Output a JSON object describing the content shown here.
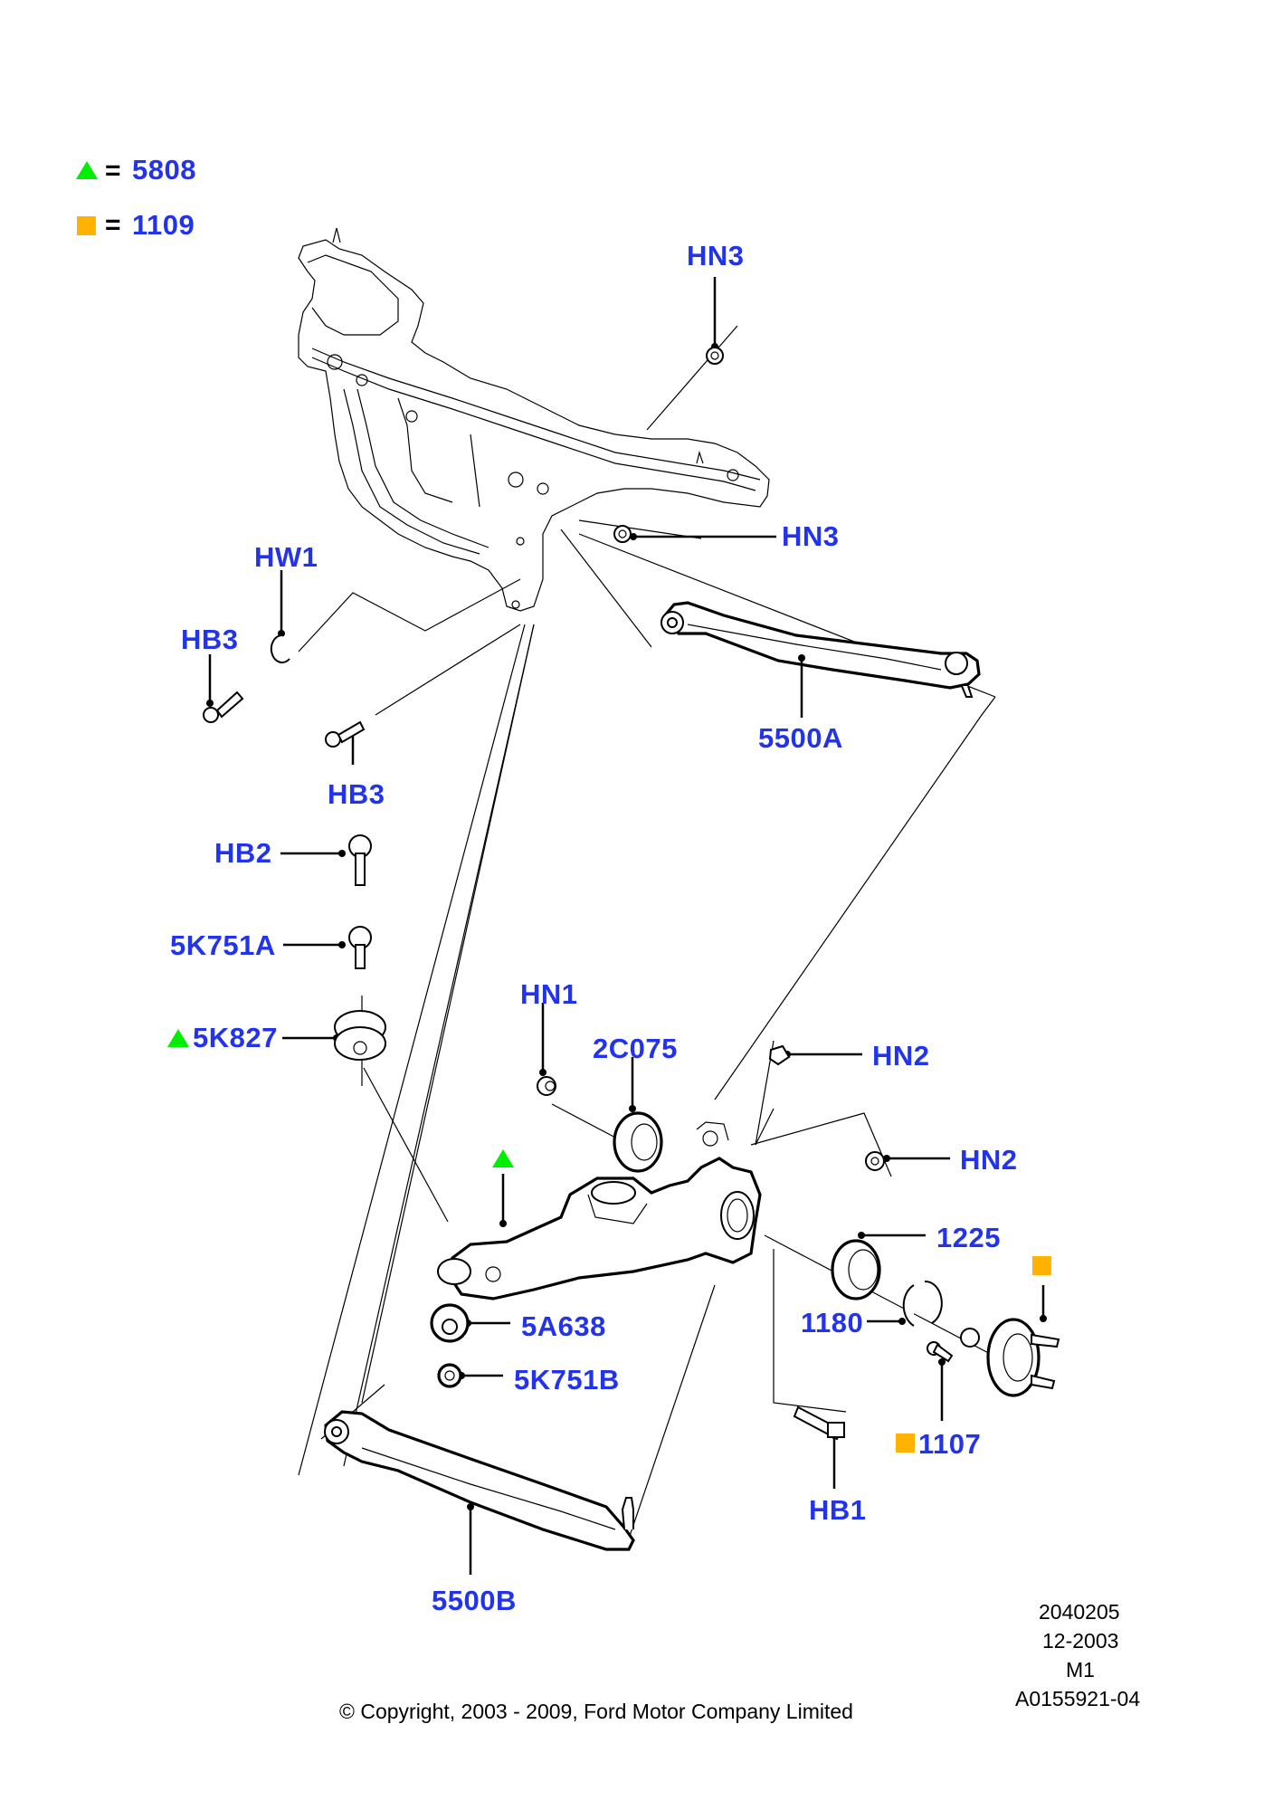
{
  "legend": [
    {
      "symbol": "green-triangle",
      "color": "#00ee00",
      "equals": "=",
      "value": "5808"
    },
    {
      "symbol": "orange-square",
      "color": "#ffb300",
      "equals": "=",
      "value": "1109"
    }
  ],
  "callouts": {
    "hn3_top": "HN3",
    "hn3_mid": "HN3",
    "hw1": "HW1",
    "hb3_left": "HB3",
    "hb3_lower": "HB3",
    "part_5500a": "5500A",
    "hb2": "HB2",
    "part_5k751a": "5K751A",
    "part_5k827": "5K827",
    "hn1": "HN1",
    "part_2c075": "2C075",
    "hn2_top": "HN2",
    "hn2_lower": "HN2",
    "part_1225": "1225",
    "part_1180": "1180",
    "part_5a638": "5A638",
    "part_5k751b": "5K751B",
    "part_1107": "1107",
    "hb1": "HB1",
    "part_5500b": "5500B"
  },
  "markers": {
    "knuckle_marker": "green-triangle",
    "hub_marker": "orange-square",
    "part_1107_marker": "orange-square",
    "part_5k827_marker": "green-triangle"
  },
  "colors": {
    "callout_text": "#2233ee",
    "triangle": "#00ee00",
    "square": "#ffb300"
  },
  "illustration_info": {
    "code": "2040205",
    "date": "12-2003",
    "model": "M1",
    "ref": "A0155921-04"
  },
  "copyright": "© Copyright, 2003 - 2009, Ford Motor Company Limited"
}
